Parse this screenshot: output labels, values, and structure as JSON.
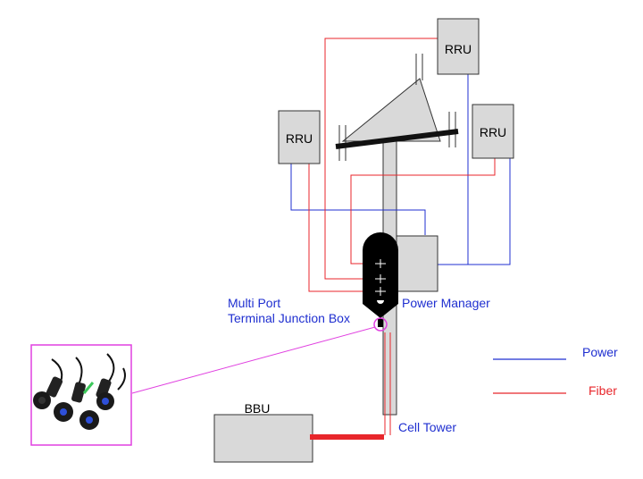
{
  "diagram": {
    "rru_label": "RRU",
    "power_manager_label": "Power Manager",
    "junction_box_label_line1": "Multi Port",
    "junction_box_label_line2": "Terminal Junction Box",
    "bbu_label": "BBU",
    "cell_tower_label": "Cell Tower"
  },
  "legend": {
    "power_label": "Power",
    "fiber_label": "Fiber"
  },
  "colors": {
    "power": "#1f2fd0",
    "fiber": "#e8262b",
    "box_fill": "#d9d9d9",
    "inset_border": "#e040e0"
  },
  "inset": {
    "description_icon": "fiber-connectors-photo"
  }
}
